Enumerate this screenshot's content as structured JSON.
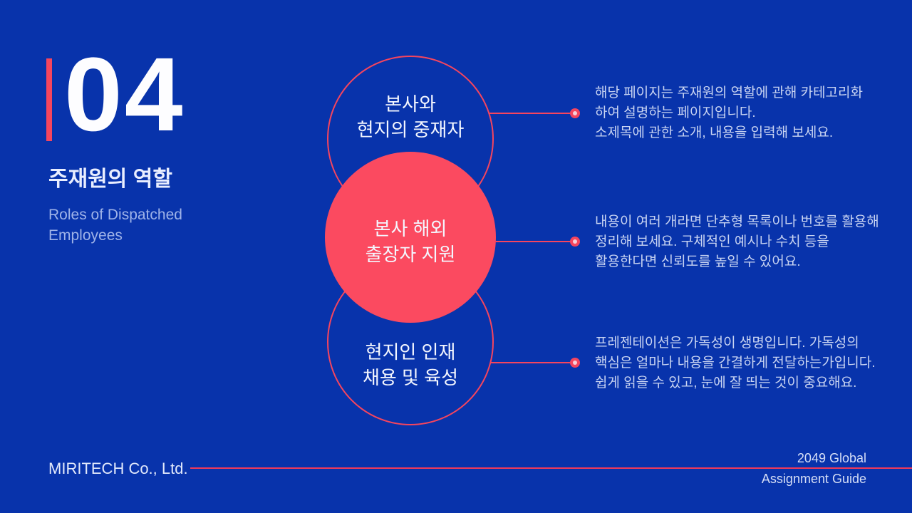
{
  "slide": {
    "number": "04",
    "title": "주재원의 역할",
    "subtitle": "Roles of Dispatched Employees"
  },
  "diagram": {
    "nodes": [
      {
        "style": "outline",
        "label_lines": [
          "본사와",
          "현지의 중재자"
        ]
      },
      {
        "style": "filled",
        "label_lines": [
          "본사 해외",
          "출장자 지원"
        ]
      },
      {
        "style": "outline",
        "label_lines": [
          "현지인 인재",
          "채용 및 육성"
        ]
      }
    ]
  },
  "annotations": [
    {
      "lines": [
        "해당 페이지는 주재원의 역할에 관해 카테고리화",
        "하여 설명하는 페이지입니다.",
        "소제목에 관한 소개, 내용을 입력해 보세요."
      ]
    },
    {
      "lines": [
        "내용이 여러 개라면 단추형 목록이나 번호를 활용해",
        "정리해 보세요. 구체적인 예시나 수치 등을",
        "활용한다면 신뢰도를 높일 수 있어요."
      ]
    },
    {
      "lines": [
        "프레젠테이션은 가독성이 생명입니다. 가독성의",
        "핵심은 얼마나 내용을 간결하게 전달하는가입니다.",
        "쉽게 읽을 수 있고, 눈에 잘 띄는 것이 중요해요."
      ]
    }
  ],
  "footer": {
    "company": "MIRITECH Co., Ltd.",
    "doc_line1": "2049 Global",
    "doc_line2": "Assignment Guide"
  },
  "colors": {
    "background": "#0833AB",
    "accent_red": "#F5455E",
    "circle_fill_pink": "#FB4A60",
    "dot_center_pink": "#F8CFD9",
    "body_text": "#C9D4F2",
    "subtitle_text": "#9FB3E8",
    "title_text": "#E9EEFF"
  }
}
